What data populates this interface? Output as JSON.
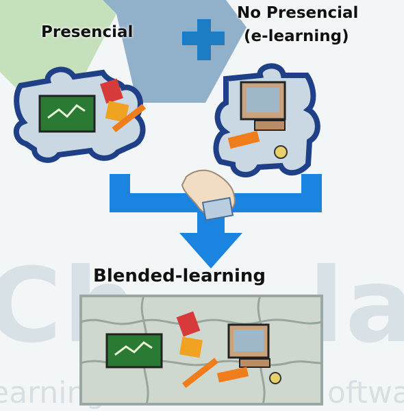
{
  "labels": {
    "presencial": "Presencial",
    "no_presencial_line1": "No Presencial",
    "no_presencial_line2": "(e-learning)",
    "blended": "Blended-learning"
  },
  "background": {
    "logo_text": "Ch",
    "logo_text_right": "la",
    "tag_left": "earning",
    "tag_right": "oftwa"
  },
  "colors": {
    "plus": "#1e7cc4",
    "arrow": "#1a84e0",
    "puzzle_fill": "#c9d8e2",
    "puzzle_outline": "#1f3f86",
    "blended_frame": "#9aa8a4",
    "chalkboard": "#2b7a33",
    "green_blob": "#9fcf8a"
  },
  "icons": [
    "plus-icon",
    "puzzle-piece-icon",
    "chalkboard-icon",
    "computer-icon",
    "hand-icon",
    "down-arrow-icon"
  ]
}
